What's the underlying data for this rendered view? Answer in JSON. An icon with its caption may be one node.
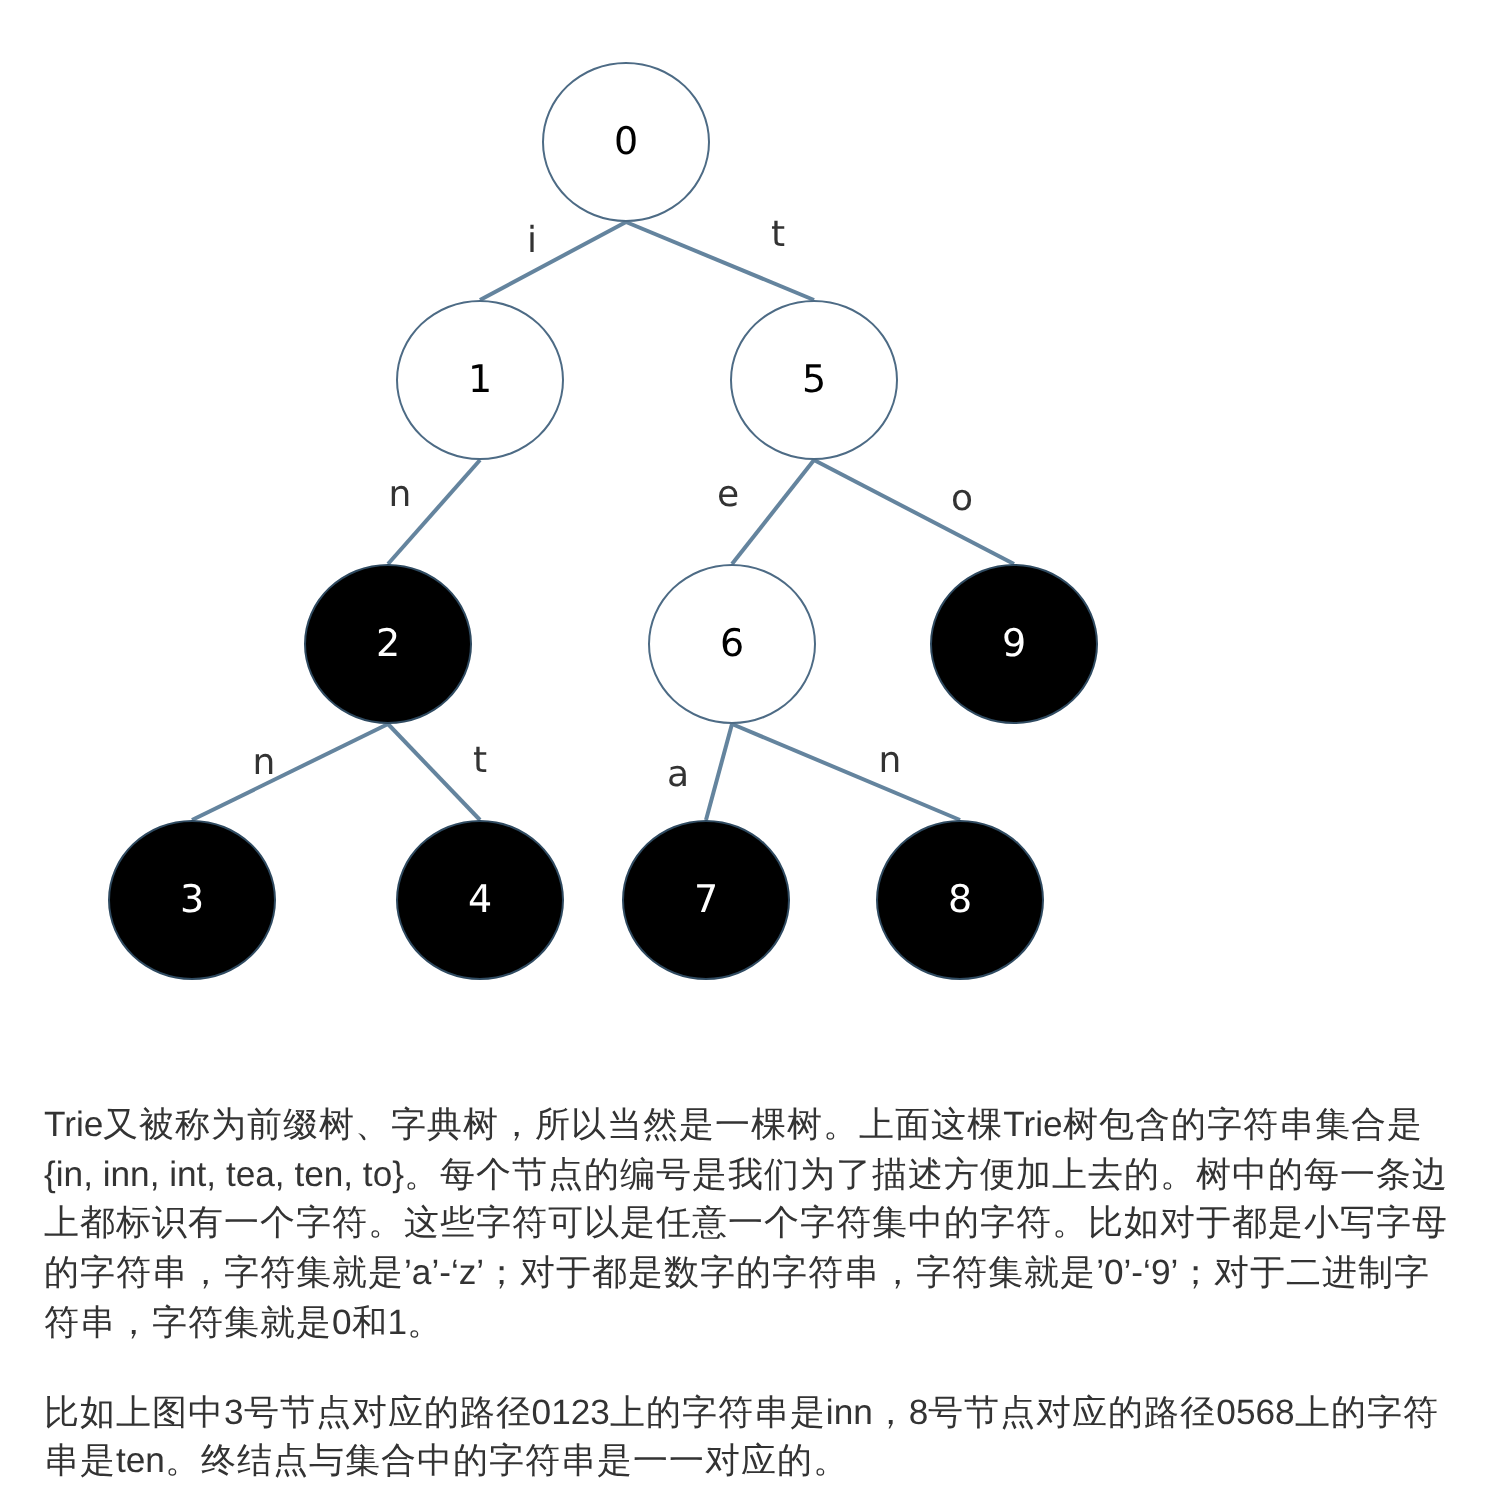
{
  "diagram": {
    "nodes": [
      {
        "text": [
          "0"
        ]
      },
      {
        "text": [
          "1"
        ]
      },
      {
        "text": [
          "5"
        ]
      },
      {
        "text": [
          "2"
        ]
      },
      {
        "text": [
          "6"
        ]
      },
      {
        "text": [
          "9"
        ]
      },
      {
        "text": [
          "3"
        ]
      },
      {
        "text": [
          "4"
        ]
      },
      {
        "text": [
          "7"
        ]
      },
      {
        "text": [
          "8"
        ]
      }
    ],
    "edges": [
      {
        "from": 0,
        "to": 1,
        "arrow": "none",
        "label": "i"
      },
      {
        "from": 0,
        "to": 2,
        "arrow": "none",
        "label": "t"
      },
      {
        "from": 1,
        "to": 3,
        "arrow": "none",
        "label": "n"
      },
      {
        "from": 2,
        "to": 4,
        "arrow": "none",
        "label": "e"
      },
      {
        "from": 2,
        "to": 5,
        "arrow": "none",
        "label": "o"
      },
      {
        "from": 3,
        "to": 6,
        "arrow": "none",
        "label": "n"
      },
      {
        "from": 3,
        "to": 7,
        "arrow": "none",
        "label": "t"
      },
      {
        "from": 4,
        "to": 8,
        "arrow": "none",
        "label": "a"
      },
      {
        "from": 4,
        "to": 9,
        "arrow": "none",
        "label": "n"
      }
    ],
    "labels": [
      "Trie又被称为前缀树、字典树，所以当然是一棵树。上面这棵Trie树包含的字符串集合是{in, inn, int, tea, ten, to}。每个节点的编号是我们为了描述方便加上去的。树中的每一条边上都标识有一个字符。这些字符可以是任意一个字符集中的字符。比如对于都是小写字母的字符串，字符集就是’a’-‘z’；对于都是数字的字符串，字符集就是’0’-‘9’；对于二进制字符串，字符集就是0和1。",
      "比如上图中3号节点对应的路径0123上的字符串是inn，8号节点对应的路径0568上的字符串是ten。终结点与集合中的字符串是一一对应的。"
    ]
  }
}
